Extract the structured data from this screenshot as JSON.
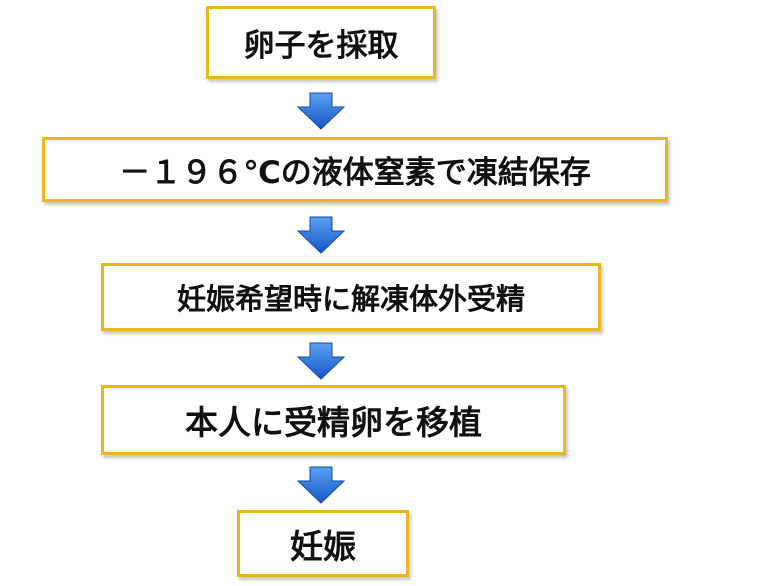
{
  "steps": [
    {
      "label": "卵子を採取"
    },
    {
      "label": "－１９６℃の液体窒素で凍結保存"
    },
    {
      "label": "妊娠希望時に解凍体外受精"
    },
    {
      "label": "本人に受精卵を移植"
    },
    {
      "label": "妊娠"
    }
  ],
  "colors": {
    "box_border": "#e9b81c",
    "arrow": "#1f6fd8",
    "text": "#111111"
  },
  "icons": {
    "connector": "down-arrow-icon"
  }
}
